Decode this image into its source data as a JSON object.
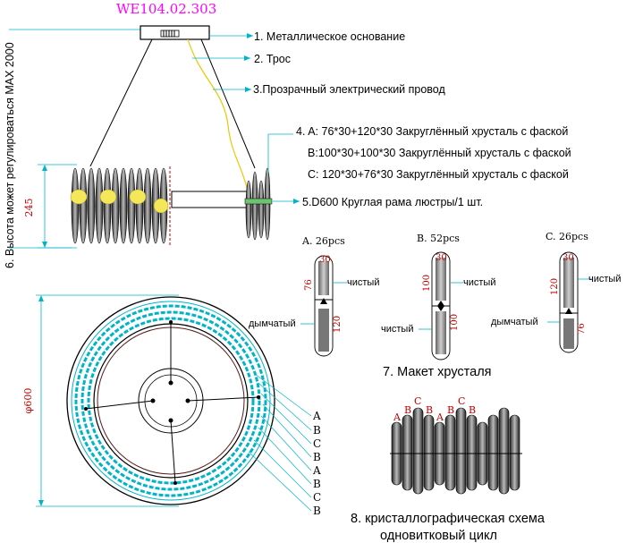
{
  "header": {
    "model_code": "WE104.02.303"
  },
  "height_note": "6. Высота может регулироваться MAX 2000",
  "callouts": {
    "c1": "1. Металлическое основание",
    "c2": "2. Трос",
    "c3": "3.Прозрачный электрический провод",
    "c4a": "4. A: 76*30+120*30 Закруглённый хрусталь с фаской",
    "c4b": "B:100*30+100*30 Закруглённый хрусталь с фаской",
    "c4c": "C: 120*30+76*30 Закруглённый хрусталь с фаской",
    "c5": "5.D600 Круглая рама люстры/1 шт."
  },
  "side_dim": "245",
  "plan_dim": "φ600",
  "crystal_types": {
    "a": {
      "title": "A. 26pcs",
      "w": "30",
      "top": "76",
      "bottom": "120",
      "top_label": "чистый",
      "bottom_label": "дымчатый"
    },
    "b": {
      "title": "B. 52pcs",
      "w": "30",
      "top": "100",
      "bottom": "100",
      "top_label": "чистый",
      "bottom_label": "чистый"
    },
    "c": {
      "title": "C. 26pcs",
      "w": "30",
      "top": "120",
      "bottom": "76",
      "top_label": "чистый",
      "bottom_label": "дымчатый"
    }
  },
  "plan_labels": [
    "A",
    "B",
    "C",
    "B",
    "A",
    "B",
    "C",
    "B"
  ],
  "layout_title": "7. Макет хрусталя",
  "scheme_letters": [
    "A",
    "B",
    "C",
    "B",
    "A",
    "B",
    "C",
    "B"
  ],
  "scheme_title_1": "8. кристаллографическая схема",
  "scheme_title_2": "одновитковый цикл",
  "colors": {
    "accent_magenta": "#ff00ff",
    "dimension_red": "#c00000",
    "crystal_cyan": "#00b4c8",
    "cable_yellow": "#e8c800"
  }
}
